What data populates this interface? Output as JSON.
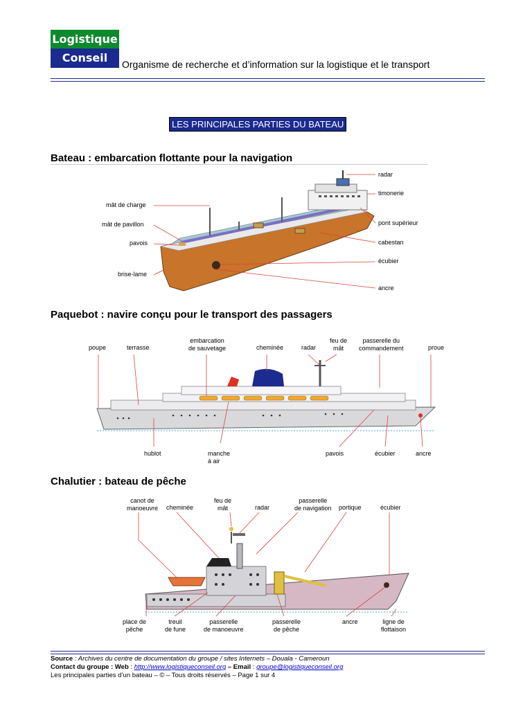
{
  "header": {
    "logo_line1": "Logistique",
    "logo_line2": "Conseil",
    "org_text": "Organisme de recherche et d’information sur la logistique et le transport"
  },
  "title": "LES PRINCIPALES PARTIES DU BATEAU",
  "sections": {
    "bateau": {
      "heading": "Bateau : embarcation flottante pour la navigation",
      "labels": {
        "radar": "radar",
        "timonerie": "timonerie",
        "mat_charge": "mât de charge",
        "mat_pavillon": "mât de pavillon",
        "pont_superieur": "pont supérieur",
        "pavois": "pavois",
        "cabestan": "cabestan",
        "ecubier": "écubier",
        "brise_lame": "brise-lame",
        "ancre": "ancre"
      }
    },
    "paquebot": {
      "heading": "Paquebot : navire conçu pour le transport des passagers",
      "labels": {
        "poupe": "poupe",
        "terrasse": "terrasse",
        "embarcation": "embarcation\nde sauvetage",
        "cheminee": "cheminée",
        "radar": "radar",
        "feu_mat": "feu de\nmât",
        "passerelle": "passerelle du\ncommandement",
        "proue": "proue",
        "hublot": "hublot",
        "manche": "manche\nà air",
        "pavois": "pavois",
        "ecubier": "écubier",
        "ancre": "ancre"
      }
    },
    "chalutier": {
      "heading": "Chalutier : bateau de pêche",
      "labels": {
        "canot": "canot de\nmanoeuvre",
        "cheminee": "cheminée",
        "feu_mat": "feu de\nmât",
        "radar": "radar",
        "passerelle_nav": "passerelle\nde navigation",
        "portique": "portique",
        "ecubier": "écubier",
        "place_peche": "place de\npêche",
        "treuil": "treuil\nde fune",
        "passerelle_manoeuvre": "passerelle\nde manoeuvre",
        "passerelle_peche": "passerelle\nde pêche",
        "ancre": "ancre",
        "ligne_flottaison": "ligne de\nflottaison"
      }
    }
  },
  "footer": {
    "source_label": "Source",
    "source_text": " : Archives du centre de documentation du groupe / sites Internets – Douala - Cameroun",
    "contact_label": "Contact du groupe : Web",
    "web_url": "http://www.logistiqueconseil.org",
    "email_label": " – Email",
    "email": "groupe@logistiqueconseil.org",
    "copyright": "Les principales parties d’un bateau – © – Tous droits réservés – Page 1 sur 4"
  },
  "colors": {
    "logo_green": "#0e8a2e",
    "logo_blue": "#1b2a8f",
    "hull_orange": "#c8742a",
    "hull_grey": "#d9d9dc",
    "chalutier_hull": "#d6b8c4",
    "leader_line": "#e0403a"
  }
}
